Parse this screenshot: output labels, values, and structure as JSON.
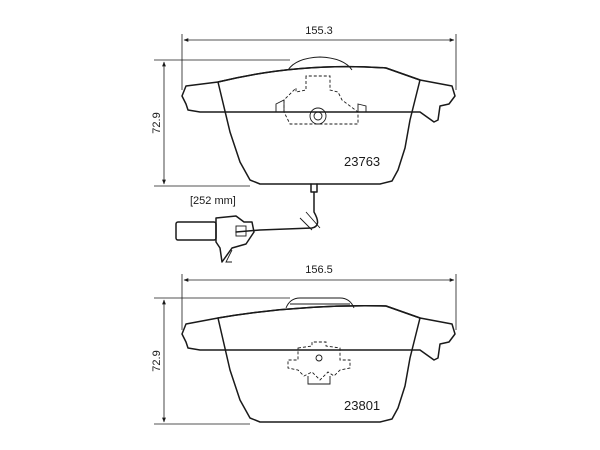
{
  "top_pad": {
    "width_label": "155.3",
    "height_label": "72.9",
    "part_number": "23763",
    "wire_label": "[252 mm]"
  },
  "bottom_pad": {
    "width_label": "156.5",
    "height_label": "72.9",
    "part_number": "23801"
  }
}
